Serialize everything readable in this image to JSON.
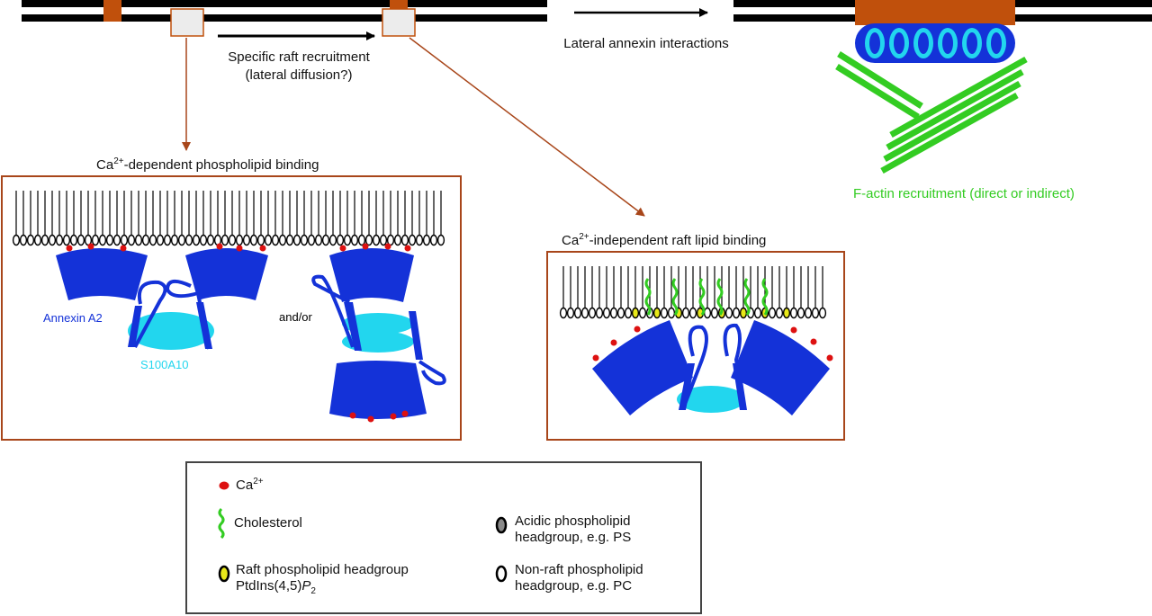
{
  "colors": {
    "membrane": "#000000",
    "raft": "#c0500c",
    "annexin": "#1432d8",
    "s100": "#22d6ee",
    "actin": "#33cc22",
    "calcium": "#dd1111",
    "raft_headgroup": "#e8e81a",
    "acidic_headgroup": "#8a8a8a",
    "arrow_brown": "#a8461a"
  },
  "top": {
    "arrow1_label_line1": "Specific raft recruitment",
    "arrow1_label_line2": "(lateral diffusion?)",
    "arrow2_label": "Lateral annexin interactions",
    "actin_label": "F-actin recruitment (direct or indirect)"
  },
  "panel_left": {
    "title_pre": "Ca",
    "title_sup": "2+",
    "title_post": "-dependent phospholipid binding",
    "annexin_label": "Annexin A2",
    "s100_label": "S100A10",
    "andor_label": "and/or"
  },
  "panel_right": {
    "title_pre": "Ca",
    "title_sup": "2+",
    "title_post": "-independent raft lipid binding"
  },
  "legend": {
    "ca_pre": "Ca",
    "ca_sup": "2+",
    "cholesterol": "Cholesterol",
    "acidic_line1": "Acidic phospholipid",
    "acidic_line2": "headgroup, e.g. PS",
    "raft_line1": "Raft phospholipid headgroup",
    "raft_line2_pre": "PtdIns(4,5)",
    "raft_line2_p": "P",
    "raft_line2_sub": "2",
    "nonraft_line1": "Non-raft phospholipid",
    "nonraft_line2": "headgroup, e.g. PC"
  }
}
